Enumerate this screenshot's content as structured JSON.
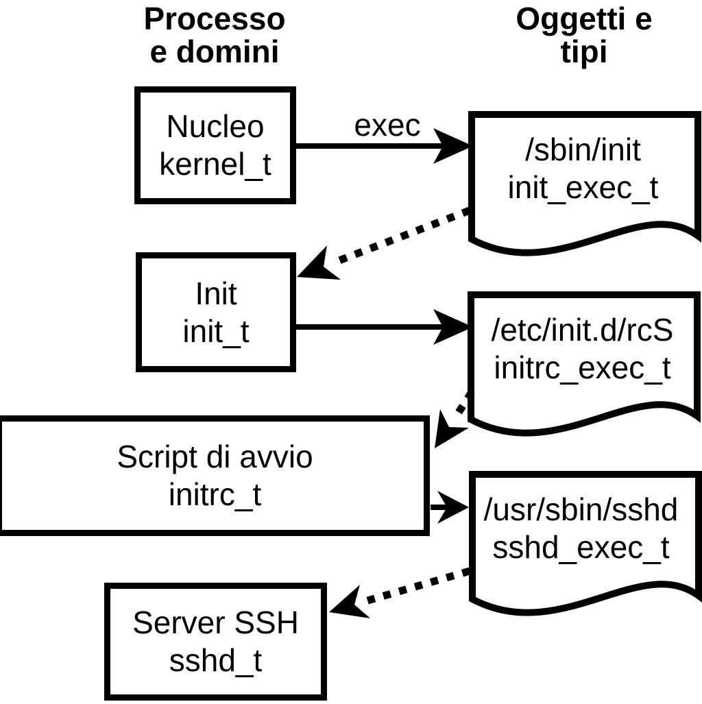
{
  "page": {
    "background_color": "#ffffff",
    "foreground_color": "#000000"
  },
  "headers": {
    "left_column": {
      "line1": "Processo",
      "line2": "e domini"
    },
    "right_column": {
      "line1": "Oggetti e",
      "line2": "tipi"
    }
  },
  "process_boxes": [
    {
      "label": "Nucleo",
      "type": "kernel_t"
    },
    {
      "label": "Init",
      "type": "init_t"
    },
    {
      "label": "Script di avvio",
      "type": "initrc_t"
    },
    {
      "label": "Server SSH",
      "type": "sshd_t"
    }
  ],
  "object_docs": [
    {
      "path": "/sbin/init",
      "type": "init_exec_t"
    },
    {
      "path": "/etc/init.d/rcS",
      "type": "initrc_exec_t"
    },
    {
      "path": "/usr/sbin/sshd",
      "type": "sshd_exec_t"
    }
  ],
  "edge_labels": {
    "exec": "exec"
  }
}
